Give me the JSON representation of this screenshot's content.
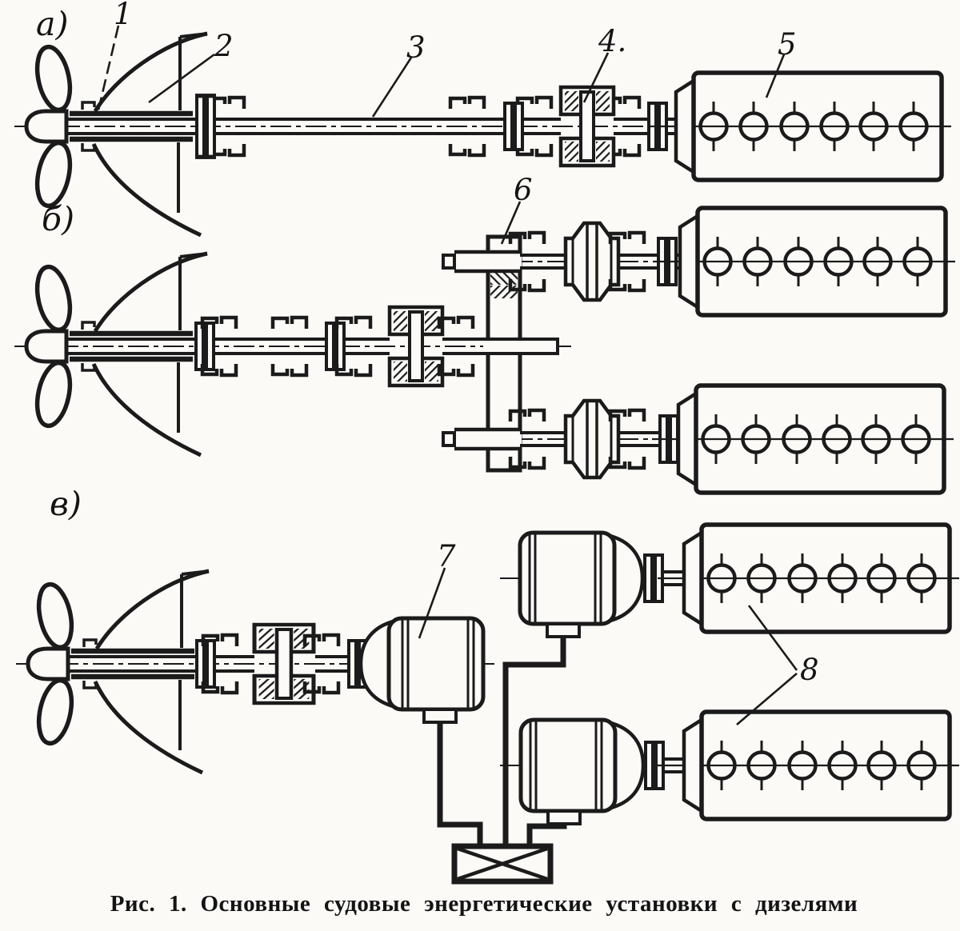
{
  "figure": {
    "caption": "Рис. 1. Основные судовые энергетические установки с дизелями",
    "panels": [
      {
        "id": "a",
        "label": "а)"
      },
      {
        "id": "b",
        "label": "б)"
      },
      {
        "id": "v",
        "label": "в)"
      }
    ],
    "callouts": {
      "c1": "1",
      "c2": "2",
      "c3": "3",
      "c4": "4.",
      "c5": "5",
      "c6": "6",
      "c7": "7",
      "c8": "8"
    }
  },
  "colors": {
    "ink": "#1b1b1b",
    "paper": "#fbfaf7"
  }
}
